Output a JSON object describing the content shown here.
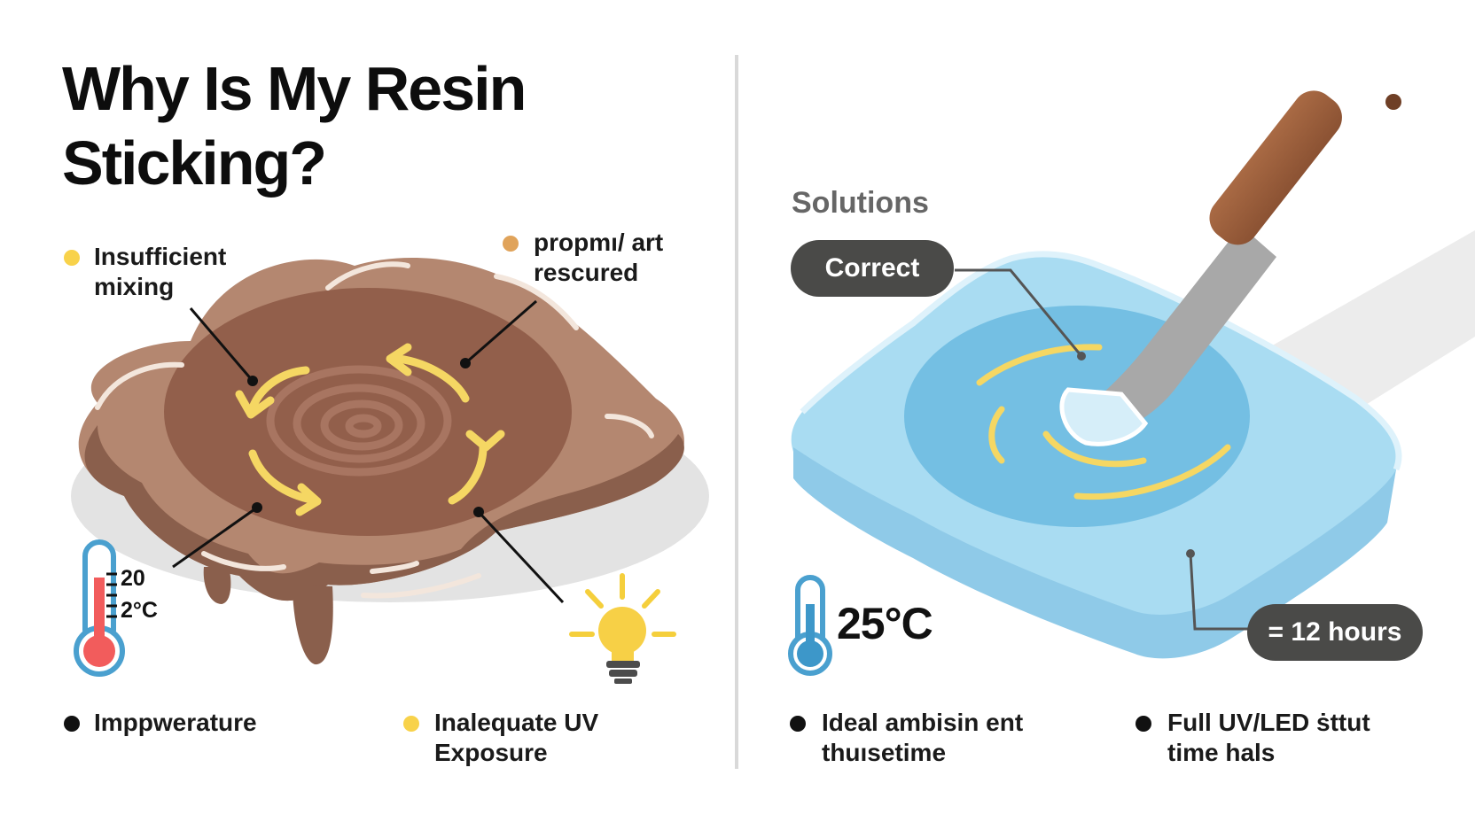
{
  "title": "Why Is My Resin Sticking?",
  "causes": {
    "insufficient_mixing": "Insufficient mixing",
    "proportions": "propmı/ art rescured",
    "thermo_reading_1": "20",
    "thermo_reading_2": "2°C",
    "temperature": "Imppwerature",
    "uv_exposure": "Inalequate UV Exposure"
  },
  "solutions": {
    "heading": "Solutions",
    "correct_pill": "Correct",
    "temperature_value": "25°C",
    "hours_pill": "= 12 hours",
    "ambient": "Ideal ambisin ent thuısetime",
    "uv_led": "Full UV/LED ṡttut time hals"
  },
  "colors": {
    "resin_brown": "#8f6250",
    "resin_rim": "#b98d76",
    "swirl_yellow": "#f5d763",
    "cured_blue": "#a9dcf2",
    "pill_gray": "#4a4a48",
    "thermo_red": "#f25c5c",
    "thermo_blue": "#3d97c9",
    "dot_yellow": "#f8d24a",
    "dot_orange": "#e0a35a"
  },
  "icons": [
    "thermometer-icon",
    "lightbulb-icon",
    "spatula-icon"
  ]
}
